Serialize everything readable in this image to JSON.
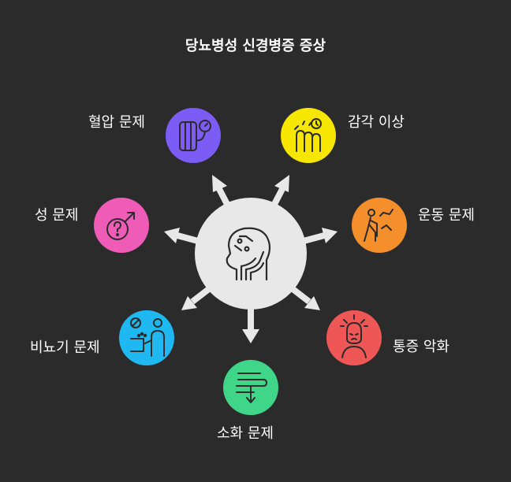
{
  "title": "당뇨병성 신경병증 증상",
  "center": {
    "icon": "head-neuron-icon",
    "color": "#e8e8e8"
  },
  "nodes": [
    {
      "id": "blood-pressure",
      "label": "혈압 문제",
      "color": "#7b5cf5",
      "icon": "blood-pressure-monitor-icon"
    },
    {
      "id": "sensory",
      "label": "감각 이상",
      "color": "#f7e600",
      "icon": "fingertips-clock-icon"
    },
    {
      "id": "motor",
      "label": "운동 문제",
      "color": "#f58f2c",
      "icon": "person-walking-cane-icon"
    },
    {
      "id": "pain",
      "label": "통증 악화",
      "color": "#ef5757",
      "icon": "person-distress-icon"
    },
    {
      "id": "digestion",
      "label": "소화 문제",
      "color": "#3fd68a",
      "icon": "digestive-flow-icon"
    },
    {
      "id": "urinary",
      "label": "비뇨기 문제",
      "color": "#1fb8f0",
      "icon": "urinary-person-icon"
    },
    {
      "id": "sexual",
      "label": "성 문제",
      "color": "#ef5cb8",
      "icon": "male-symbol-question-icon"
    }
  ]
}
